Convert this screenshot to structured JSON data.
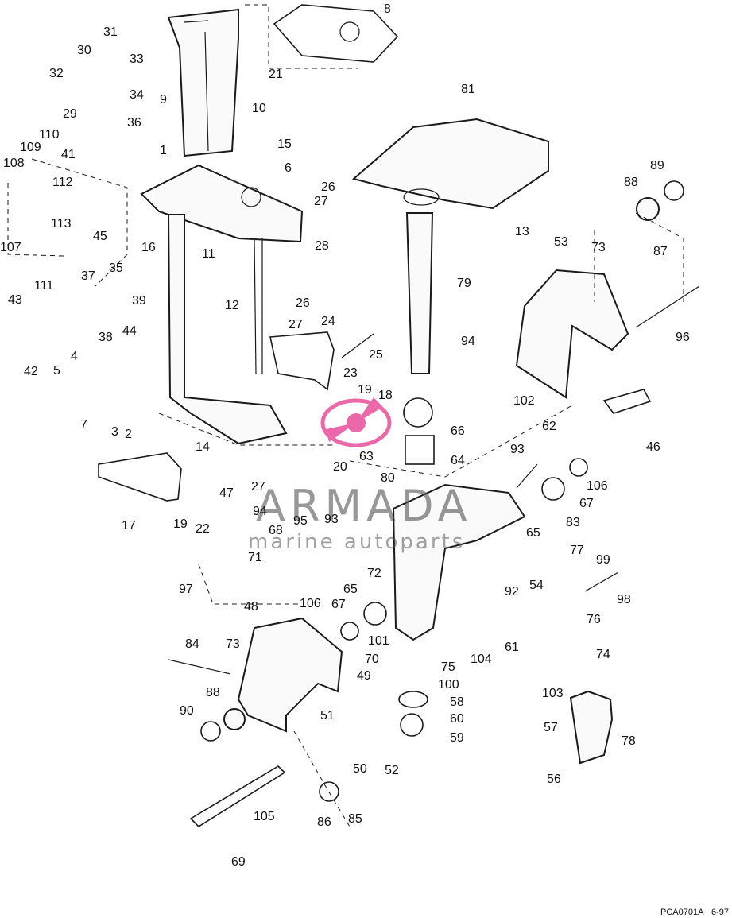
{
  "callouts": [
    {
      "id": "c8",
      "t": "8"
    },
    {
      "id": "c31",
      "t": "31"
    },
    {
      "id": "c30",
      "t": "30"
    },
    {
      "id": "c33",
      "t": "33"
    },
    {
      "id": "c32",
      "t": "32"
    },
    {
      "id": "c34",
      "t": "34"
    },
    {
      "id": "c21",
      "t": "21"
    },
    {
      "id": "c9",
      "t": "9"
    },
    {
      "id": "c29",
      "t": "29"
    },
    {
      "id": "c36",
      "t": "36"
    },
    {
      "id": "c10",
      "t": "10"
    },
    {
      "id": "c81",
      "t": "81"
    },
    {
      "id": "c110",
      "t": "110"
    },
    {
      "id": "c15",
      "t": "15"
    },
    {
      "id": "c109",
      "t": "109"
    },
    {
      "id": "c1",
      "t": "1"
    },
    {
      "id": "c41",
      "t": "41"
    },
    {
      "id": "c108",
      "t": "108"
    },
    {
      "id": "c6",
      "t": "6"
    },
    {
      "id": "c89",
      "t": "89"
    },
    {
      "id": "c88a",
      "t": "88"
    },
    {
      "id": "c112",
      "t": "112"
    },
    {
      "id": "c26a",
      "t": "26"
    },
    {
      "id": "c27a",
      "t": "27"
    },
    {
      "id": "c113",
      "t": "113"
    },
    {
      "id": "c45",
      "t": "45"
    },
    {
      "id": "c13",
      "t": "13"
    },
    {
      "id": "c107",
      "t": "107"
    },
    {
      "id": "c16",
      "t": "16"
    },
    {
      "id": "c28",
      "t": "28"
    },
    {
      "id": "c53",
      "t": "53"
    },
    {
      "id": "c73a",
      "t": "73"
    },
    {
      "id": "c11",
      "t": "11"
    },
    {
      "id": "c87",
      "t": "87"
    },
    {
      "id": "c111",
      "t": "111"
    },
    {
      "id": "c37",
      "t": "37"
    },
    {
      "id": "c35",
      "t": "35"
    },
    {
      "id": "c43",
      "t": "43"
    },
    {
      "id": "c79",
      "t": "79"
    },
    {
      "id": "c26b",
      "t": "26"
    },
    {
      "id": "c39",
      "t": "39"
    },
    {
      "id": "c12",
      "t": "12"
    },
    {
      "id": "c96",
      "t": "96"
    },
    {
      "id": "c27b",
      "t": "27"
    },
    {
      "id": "c24",
      "t": "24"
    },
    {
      "id": "c38",
      "t": "38"
    },
    {
      "id": "c44",
      "t": "44"
    },
    {
      "id": "c25",
      "t": "25"
    },
    {
      "id": "c94a",
      "t": "94"
    },
    {
      "id": "c42",
      "t": "42"
    },
    {
      "id": "c5",
      "t": "5"
    },
    {
      "id": "c4",
      "t": "4"
    },
    {
      "id": "c23",
      "t": "23"
    },
    {
      "id": "c19a",
      "t": "19"
    },
    {
      "id": "c18",
      "t": "18"
    },
    {
      "id": "c102",
      "t": "102"
    },
    {
      "id": "c7",
      "t": "7"
    },
    {
      "id": "c3",
      "t": "3"
    },
    {
      "id": "c2",
      "t": "2"
    },
    {
      "id": "c66",
      "t": "66"
    },
    {
      "id": "c62",
      "t": "62"
    },
    {
      "id": "c46",
      "t": "46"
    },
    {
      "id": "c14",
      "t": "14"
    },
    {
      "id": "c20",
      "t": "20"
    },
    {
      "id": "c63",
      "t": "63"
    },
    {
      "id": "c93a",
      "t": "93"
    },
    {
      "id": "c64",
      "t": "64"
    },
    {
      "id": "c80",
      "t": "80"
    },
    {
      "id": "c27c",
      "t": "27"
    },
    {
      "id": "c47",
      "t": "47"
    },
    {
      "id": "c106a",
      "t": "106"
    },
    {
      "id": "c67a",
      "t": "67"
    },
    {
      "id": "c17",
      "t": "17"
    },
    {
      "id": "c19b",
      "t": "19"
    },
    {
      "id": "c22",
      "t": "22"
    },
    {
      "id": "c94b",
      "t": "94"
    },
    {
      "id": "c83",
      "t": "83"
    },
    {
      "id": "c95",
      "t": "95"
    },
    {
      "id": "c93b",
      "t": "93"
    },
    {
      "id": "c68",
      "t": "68"
    },
    {
      "id": "c65a",
      "t": "65"
    },
    {
      "id": "c77",
      "t": "77"
    },
    {
      "id": "c71",
      "t": "71"
    },
    {
      "id": "c72",
      "t": "72"
    },
    {
      "id": "c99",
      "t": "99"
    },
    {
      "id": "c65b",
      "t": "65"
    },
    {
      "id": "c54",
      "t": "54"
    },
    {
      "id": "c97",
      "t": "97"
    },
    {
      "id": "c92",
      "t": "92"
    },
    {
      "id": "c98",
      "t": "98"
    },
    {
      "id": "c48",
      "t": "48"
    },
    {
      "id": "c106b",
      "t": "106"
    },
    {
      "id": "c67b",
      "t": "67"
    },
    {
      "id": "c76",
      "t": "76"
    },
    {
      "id": "c61",
      "t": "61"
    },
    {
      "id": "c101",
      "t": "101"
    },
    {
      "id": "c84",
      "t": "84"
    },
    {
      "id": "c73b",
      "t": "73"
    },
    {
      "id": "c70",
      "t": "70"
    },
    {
      "id": "c75",
      "t": "75"
    },
    {
      "id": "c104",
      "t": "104"
    },
    {
      "id": "c74",
      "t": "74"
    },
    {
      "id": "c49",
      "t": "49"
    },
    {
      "id": "c100",
      "t": "100"
    },
    {
      "id": "c88b",
      "t": "88"
    },
    {
      "id": "c103",
      "t": "103"
    },
    {
      "id": "c58",
      "t": "58"
    },
    {
      "id": "c90",
      "t": "90"
    },
    {
      "id": "c60",
      "t": "60"
    },
    {
      "id": "c51",
      "t": "51"
    },
    {
      "id": "c57",
      "t": "57"
    },
    {
      "id": "c78",
      "t": "78"
    },
    {
      "id": "c59",
      "t": "59"
    },
    {
      "id": "c50",
      "t": "50"
    },
    {
      "id": "c52",
      "t": "52"
    },
    {
      "id": "c56",
      "t": "56"
    },
    {
      "id": "c105",
      "t": "105"
    },
    {
      "id": "c86",
      "t": "86"
    },
    {
      "id": "c85",
      "t": "85"
    },
    {
      "id": "c69",
      "t": "69"
    }
  ],
  "watermark": {
    "brand": "ARMADA",
    "tagline": "marine autoparts",
    "logo_color": "#e94f9b"
  },
  "footer": {
    "code": "PCA0701A",
    "date": "6-97"
  }
}
